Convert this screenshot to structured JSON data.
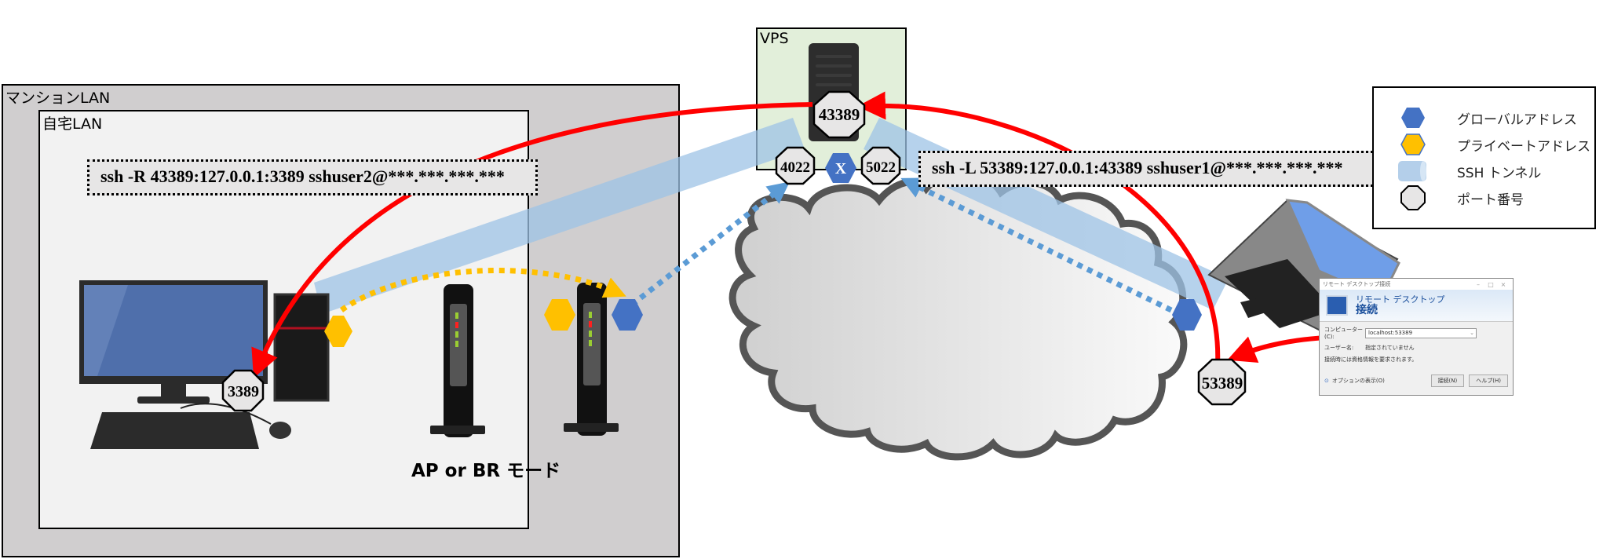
{
  "zones": {
    "mansion_lan": "マンションLAN",
    "home_lan": "自宅LAN",
    "vps": "VPS"
  },
  "commands": {
    "reverse": "ssh -R 43389:127.0.0.1:3389 sshuser2@***.***.***.***",
    "local": "ssh -L 53389:127.0.0.1:43389 sshuser1@***.***.***.***"
  },
  "ports": {
    "home_pc": "3389",
    "vps_forward": "43389",
    "vps_ssh_a": "4022",
    "vps_ssh_b": "5022",
    "laptop_local": "53389"
  },
  "vps_global_marker": "X",
  "ap_label": "AP or BR モード",
  "legend": {
    "items": [
      {
        "symbol": "hexagon-blue",
        "label": "グローバルアドレス"
      },
      {
        "symbol": "hexagon-yellow",
        "label": "プライベートアドレス"
      },
      {
        "symbol": "cylinder-lightblue",
        "label": "SSH トンネル"
      },
      {
        "symbol": "octagon-gray",
        "label": "ポート番号"
      }
    ]
  },
  "rdp_dialog": {
    "window_title": "リモート デスクトップ接続",
    "banner_line1": "リモート デスクトップ",
    "banner_line2": "接続",
    "computer_label": "コンピューター(C):",
    "computer_value": "localhost:53389",
    "user_label": "ユーザー名:",
    "user_value": "指定されていません",
    "note": "接続時には資格情報を要求されます。",
    "options_label": "オプションの表示(O)",
    "connect_button": "接続(N)",
    "help_button": "ヘルプ(H)"
  },
  "colors": {
    "global_address": "#4472c4",
    "private_address": "#ffc000",
    "ssh_tunnel": "#9dc3e6",
    "port_fill": "#e7e6e6",
    "data_flow": "#ff0000",
    "mansion_bg": "#d0cecf",
    "home_bg": "#f2f2f2",
    "vps_bg": "#e2efda"
  }
}
